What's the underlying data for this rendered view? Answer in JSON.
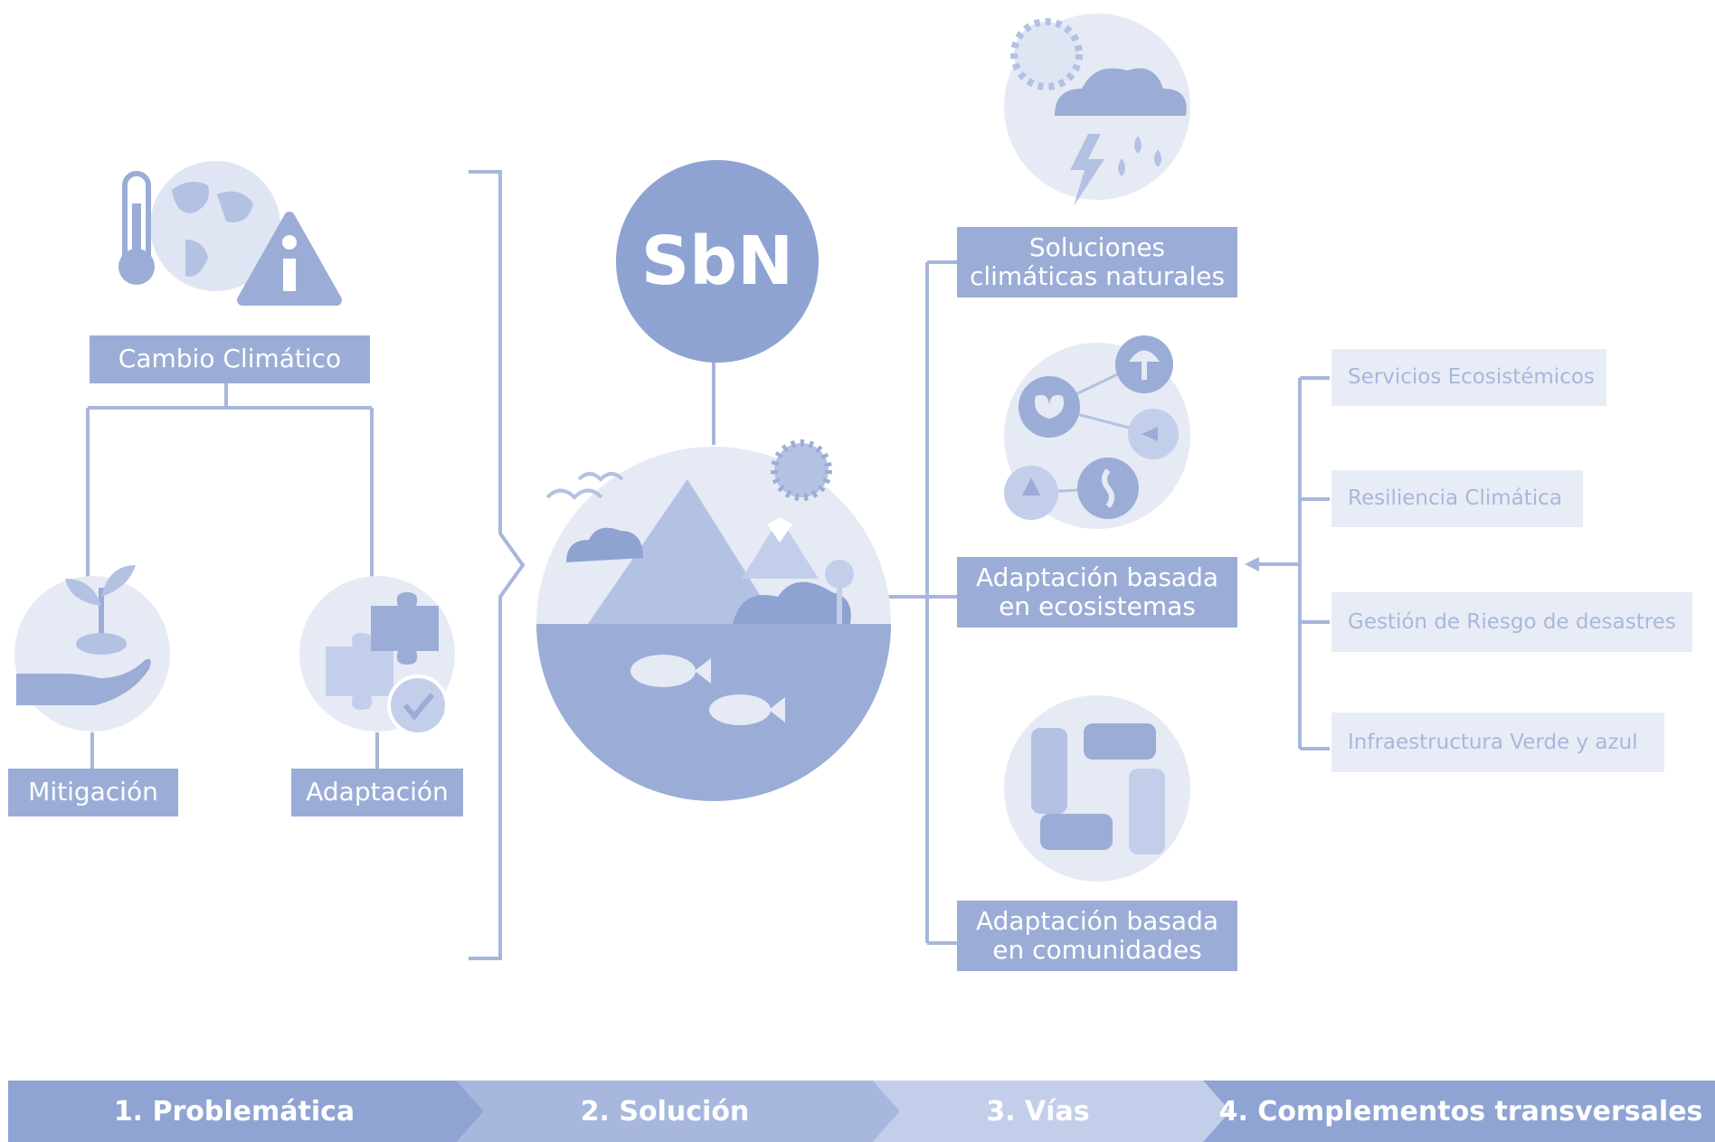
{
  "problem": {
    "label": "Cambio Climático",
    "mitigation": "Mitigación",
    "adaptation": "Adaptación"
  },
  "solution": {
    "label": "SbN"
  },
  "pathways": [
    {
      "line1": "Soluciones",
      "line2": "climáticas naturales"
    },
    {
      "line1": "Adaptación basada",
      "line2": "en ecosistemas"
    },
    {
      "line1": "Adaptación basada",
      "line2": "en comunidades"
    }
  ],
  "complements": [
    "Servicios Ecosistémicos",
    "Resiliencia Climática",
    "Gestión de Riesgo de desastres",
    "Infraestructura Verde y azul"
  ],
  "steps": [
    "1. Problemática",
    "2. Solución",
    "3. Vías",
    "4. Complementos transversales"
  ],
  "colors": {
    "primary": "#9badd6",
    "dark": "#8ea3d2",
    "light_circle": "#e6eaf5",
    "pale_box": "#e8ecf6",
    "step1": "#8fa4d3",
    "step2": "#a7b7de",
    "step3": "#c3cfea",
    "step4": "#8fa4d3"
  }
}
